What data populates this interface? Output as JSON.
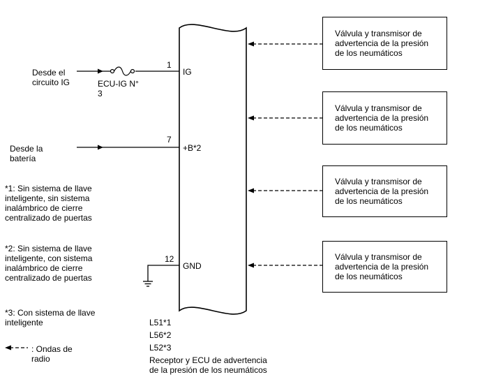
{
  "ecu": {
    "pins": [
      {
        "number": "1",
        "name": "IG"
      },
      {
        "number": "7",
        "name": "+B*2"
      },
      {
        "number": "12",
        "name": "GND"
      }
    ],
    "connectors": [
      "L51*1",
      "L56*2",
      "L52*3"
    ],
    "caption": "Receptor y ECU de advertencia\nde la presión de los neumáticos"
  },
  "sources": {
    "ig": "Desde el\ncircuito IG",
    "battery": "Desde la\nbatería",
    "fuse": "ECU-IG N°\n3"
  },
  "valves": [
    "Válvula y transmisor de\nadvertencia de la presión\nde los neumáticos",
    "Válvula y transmisor de\nadvertencia de la presión\nde los neumáticos",
    "Válvula y transmisor de\nadvertencia de la presión\nde los neumáticos",
    "Válvula y transmisor de\nadvertencia de la presión\nde los neumáticos"
  ],
  "notes": {
    "n1": "*1: Sin sistema de llave\ninteligente, sin sistema\ninalámbrico de cierre\ncentralizado de puertas",
    "n2": "*2: Sin sistema de llave\ninteligente, con sistema\ninalámbrico de cierre\ncentralizado de puertas",
    "n3": "*3: Con sistema de llave\ninteligente",
    "legend": ": Ondas de\nradio"
  }
}
